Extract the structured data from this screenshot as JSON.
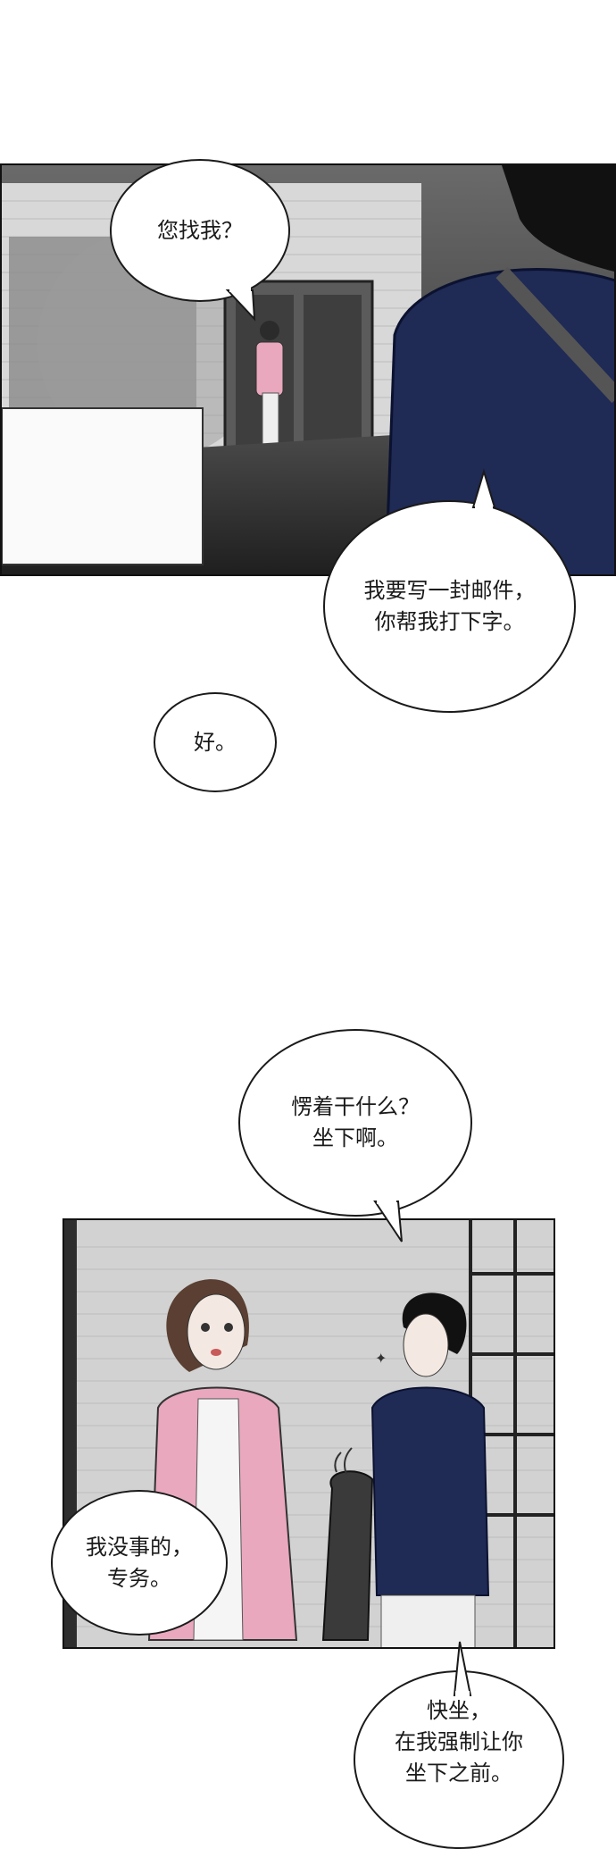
{
  "bubbles": {
    "b1": "您找我？",
    "b2": "我要写一封邮件，\n你帮我打下字。",
    "b3": "好。",
    "b4": "愣着干什么？\n坐下啊。",
    "b5": "我没事的，\n专务。",
    "b6": "快坐，\n在我强制让你\n坐下之前。"
  },
  "colors": {
    "navy": "#1f2a55",
    "pink": "#e9a8bd",
    "panel_dark": "#3a3a3a",
    "panel_light": "#cfcfcf"
  }
}
